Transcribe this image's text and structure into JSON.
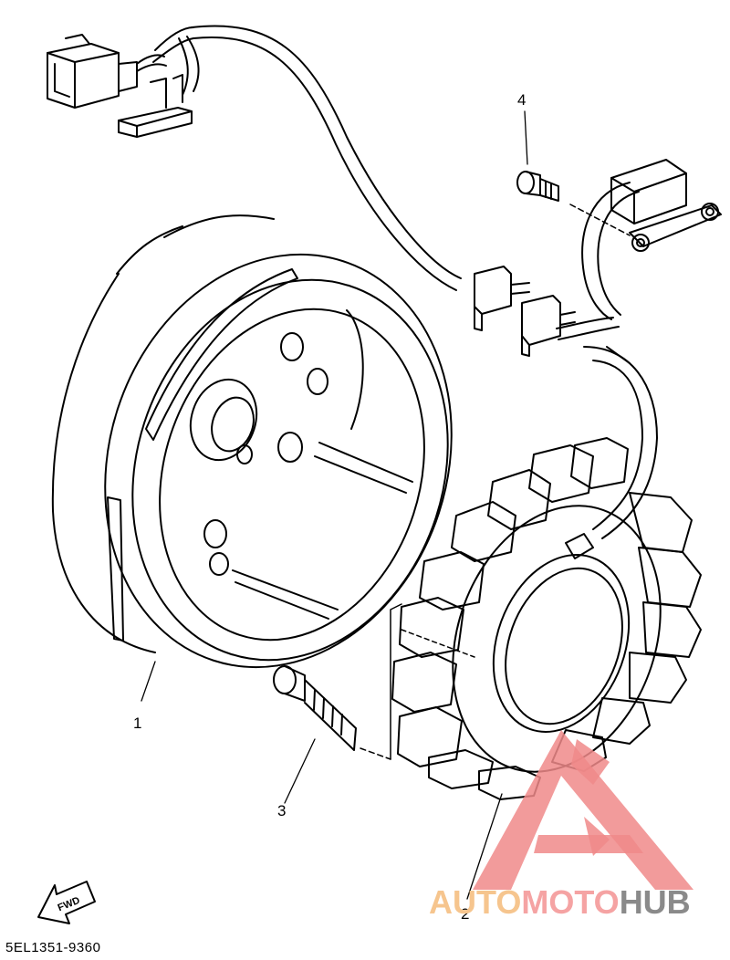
{
  "callouts": {
    "flywheel": "1",
    "stator": "2",
    "bolt_long": "3",
    "bolt_short": "4"
  },
  "diagram_code": "5EL1351-9360",
  "fwd_label": "FWD",
  "watermark": {
    "part_a": "AUTO",
    "part_b": "MOTO",
    "part_c": "HUB",
    "colors": {
      "part_a": "#f6c58e",
      "part_b": "#f5a3a3",
      "part_c": "#8a8a8a",
      "logo": "#f08a8a"
    }
  },
  "icons": [
    "connector-icon",
    "fwd-arrow-icon",
    "watermark-logo-icon"
  ]
}
